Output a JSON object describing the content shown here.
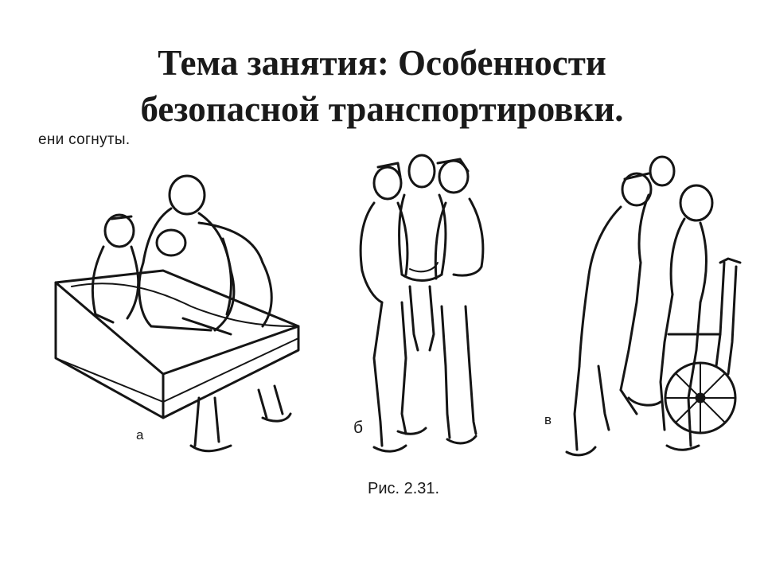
{
  "slide": {
    "title_line1": "Тема занятия: Особенности",
    "title_line2": "безопасной транспортировки."
  },
  "figure": {
    "top_caption": "ени согнуты.",
    "labels": {
      "a": "а",
      "b": "б",
      "v": "в"
    },
    "caption": "Рис. 2.31."
  }
}
